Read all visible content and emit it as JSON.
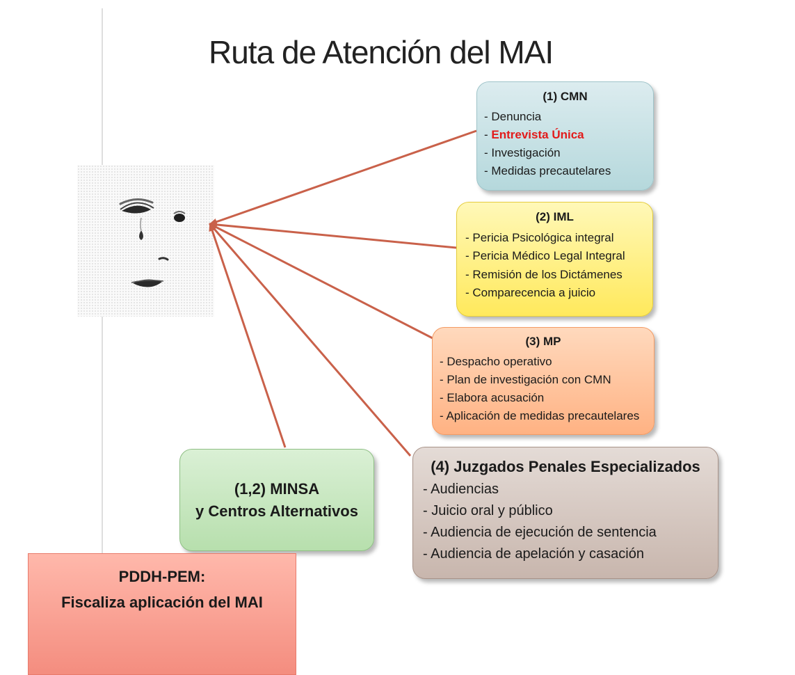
{
  "title": "Ruta de Atención del MAI",
  "boxes": {
    "cmn": {
      "head": "(1) CMN",
      "item1": "- Denuncia",
      "item2_prefix": "- ",
      "item2": "Entrevista Única",
      "item3": "- Investigación",
      "item4": "- Medidas precautelares"
    },
    "iml": {
      "head": "(2) IML",
      "items": [
        "- Pericia Psicológica integral",
        "- Pericia Médico Legal Integral",
        "- Remisión de los Dictámenes",
        "- Comparecencia a juicio"
      ]
    },
    "mp": {
      "head": "(3) MP",
      "items": [
        "- Despacho operativo",
        "- Plan de investigación con CMN",
        "- Elabora acusación",
        "- Aplicación de medidas precautelares"
      ]
    },
    "jpe": {
      "head": "(4) Juzgados Penales Especializados",
      "items": [
        "- Audiencias",
        "- Juicio oral y público",
        "- Audiencia de ejecución de sentencia",
        "- Audiencia de apelación y casación"
      ]
    },
    "minsa": {
      "line1": "(1,2) MINSA",
      "line2": "y Centros Alternativos"
    }
  },
  "footer": {
    "line1": "PDDH-PEM:",
    "line2": "Fiscaliza aplicación del MAI"
  },
  "colors": {
    "arrow": "#c9614a",
    "highlight": "#e21b1b"
  }
}
